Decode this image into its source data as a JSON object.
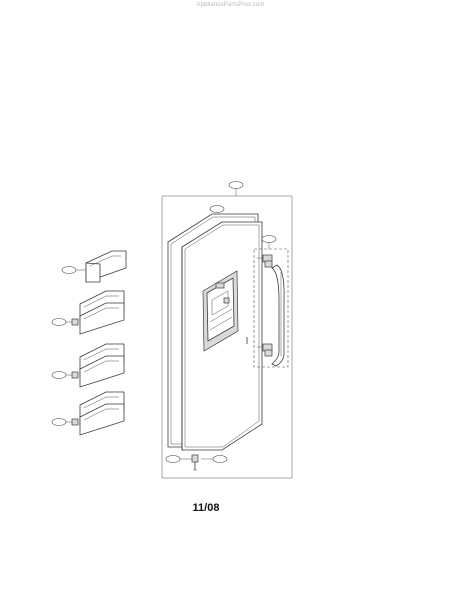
{
  "header": {
    "watermark": "AppliancePartsPros.com"
  },
  "footer": {
    "page_number": "11/08"
  },
  "diagram": {
    "parts": [
      "freezer-door-assembly",
      "door-gasket",
      "door-handle-assembly",
      "dispenser-recess",
      "door-bins",
      "lower-hinge"
    ]
  }
}
